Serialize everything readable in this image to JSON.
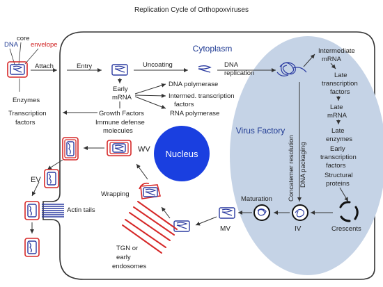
{
  "title": "Replication Cycle of Orthopoxviruses",
  "labels": {
    "dna": "DNA",
    "core": "core",
    "envelope": "envelope",
    "attach": "Attach",
    "entry": "Entry",
    "uncoating": "Uncoating",
    "dna_replication_1": "DNA",
    "dna_replication_2": "replication",
    "cytoplasm": "Cytoplasm",
    "enzymes": "Enzymes",
    "transcription_factors_1": "Transcription",
    "transcription_factors_2": "factors",
    "early_mrna_1": "Early",
    "early_mrna_2": "mRNA",
    "dna_polymerase": "DNA polymerase",
    "intermed_transcription_1": "Intermed. transcription",
    "intermed_transcription_2": "factors",
    "rna_polymerase": "RNA polymerase",
    "growth_factors": "Growth Factors",
    "immune_defense_1": "Immune defense",
    "immune_defense_2": "molecules",
    "intermediate_mrna_1": "Intermediate",
    "intermediate_mrna_2": "mRNA",
    "late_tf_1": "Late",
    "late_tf_2": "transcription",
    "late_tf_3": "factors",
    "late_mrna_1": "Late",
    "late_mrna_2": "mRNA",
    "late_enzymes_1": "Late",
    "late_enzymes_2": "enzymes",
    "early_tf_1": "Early",
    "early_tf_2": "transcription",
    "early_tf_3": "factors",
    "structural_1": "Structural",
    "structural_2": "proteins",
    "virus_factory": "Virus Factory",
    "concatemer_resolution": "Concatemer resolution",
    "dna_packaging": "DNA packaging",
    "nucleus": "Nucleus",
    "wv": "WV",
    "ev": "EV",
    "actin_tails": "Actin tails",
    "wrapping": "Wrapping",
    "maturation": "Maturation",
    "mv": "MV",
    "iv": "IV",
    "crescents": "Crescents",
    "tgn_1": "TGN or",
    "tgn_2": "early",
    "tgn_3": "endosomes"
  },
  "colors": {
    "cell_border": "#333333",
    "virus_factory_fill": "#c5d3e6",
    "nucleus_fill": "#1a3fe0",
    "nucleus_text": "#ffffff",
    "virus_factory_text": "#1f3a93",
    "cytoplasm_text": "#1f3a93",
    "dna_label": "#1f3a93",
    "envelope_label": "#d02020",
    "envelope_red": "#d62828",
    "core_blue": "#2a3aa0",
    "arrow": "#333333",
    "text": "#222222"
  }
}
